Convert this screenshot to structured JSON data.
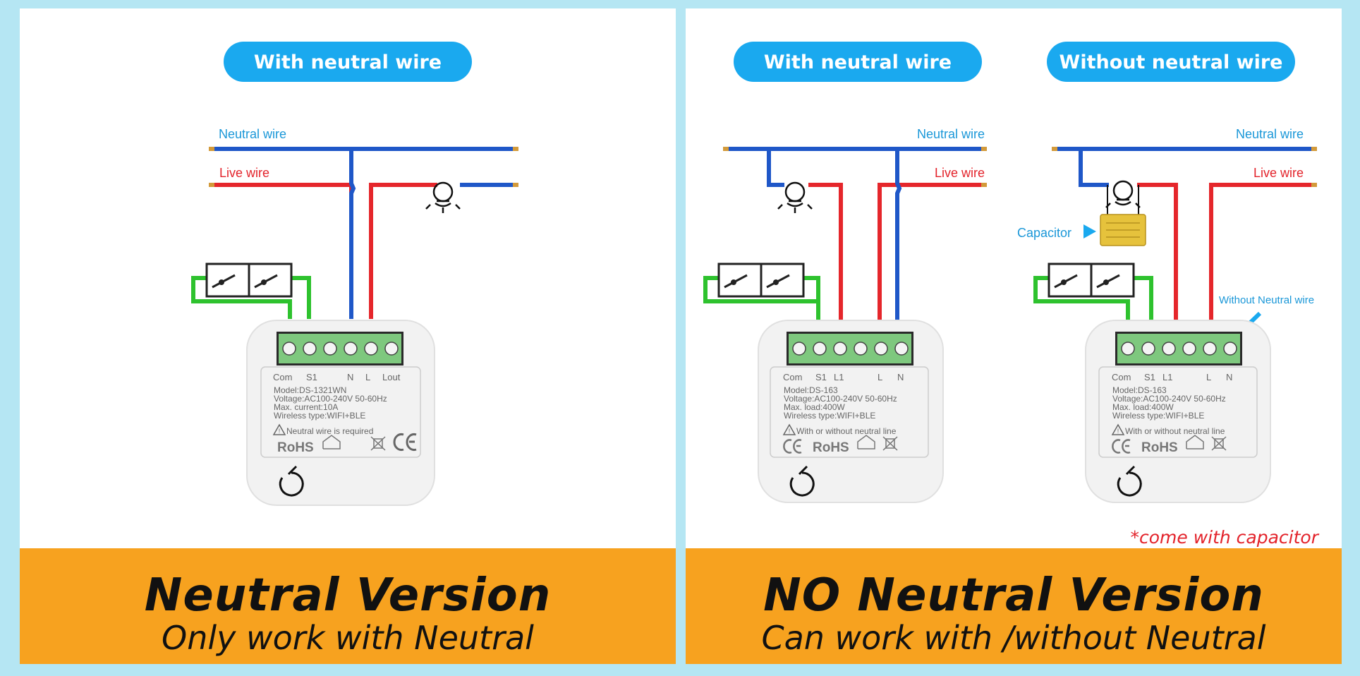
{
  "left": {
    "pill": "With neutral wire",
    "neutral_label": "Neutral wire",
    "live_label": "Live wire",
    "terminals": [
      "Com",
      "S1",
      "N",
      "L",
      "Lout"
    ],
    "device": {
      "model": "Model:DS-1321WN",
      "voltage": "Voltage:AC100-240V  50-60Hz",
      "spec": "Max.  current:10A",
      "wireless": "Wireless type:WIFI+BLE",
      "note": "Neutral wire is required",
      "rohs": "RoHS"
    },
    "banner_title": "Neutral Version",
    "banner_sub": "Only work with Neutral"
  },
  "right": {
    "pill_a": "With neutral wire",
    "pill_b": "Without neutral wire",
    "neutral_label_a": "Neutral wire",
    "live_label_a": "Live wire",
    "neutral_label_b": "Neutral wire",
    "live_label_b": "Live wire",
    "capacitor_label": "Capacitor",
    "without_neutral_label": "Without Neutral wire",
    "capacitor_note": "*come with capacitor",
    "terminals": [
      "Com",
      "S1",
      "L1",
      "L",
      "N"
    ],
    "device": {
      "model": "Model:DS-163",
      "voltage": "Voltage:AC100-240V  50-60Hz",
      "spec": "Max.  load:400W",
      "wireless": "Wireless type:WIFI+BLE",
      "note": "With or without neutral line",
      "rohs": "RoHS"
    },
    "banner_title": "NO Neutral Version",
    "banner_sub": "Can work with /without Neutral"
  },
  "colors": {
    "background": "#b5e6f3",
    "pill": "#1aa9ef",
    "neutral_wire": "#1f57c8",
    "live_wire": "#e5262b",
    "switch_wire": "#2ec22e",
    "banner": "#f7a21f",
    "terminal_block": "#7ec87e",
    "note_red": "#e3232b",
    "label_blue": "#1a97d8"
  },
  "icons": [
    "bulb-icon",
    "warning-icon",
    "ce-mark-icon",
    "house-icon",
    "weee-bin-icon",
    "button-icon",
    "capacitor-icon",
    "arrow-icon"
  ]
}
